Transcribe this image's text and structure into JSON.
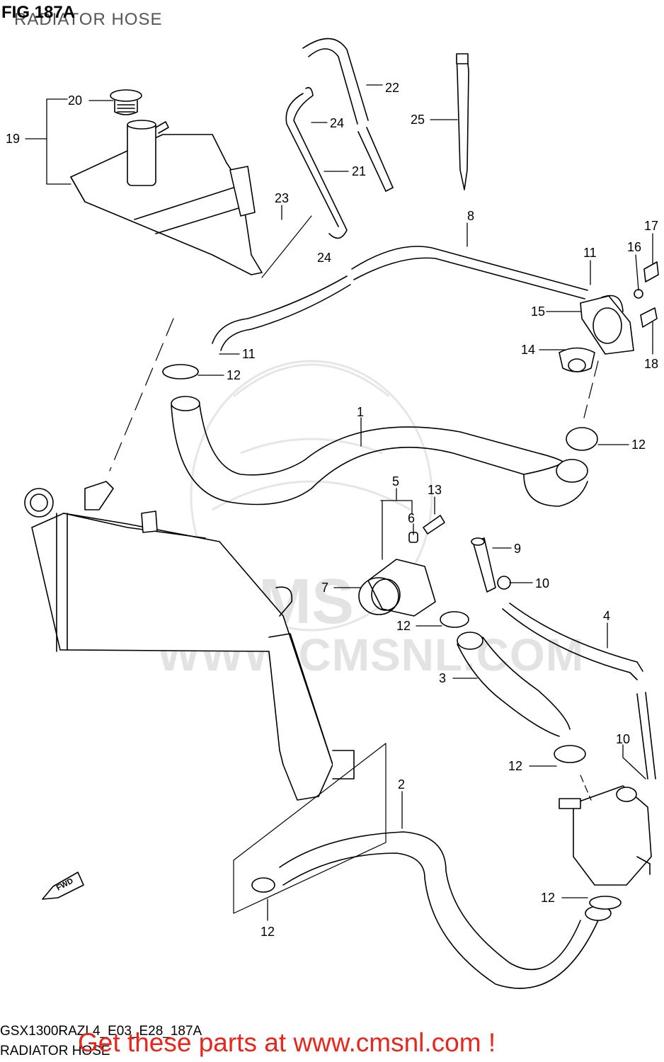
{
  "header": {
    "fig_label": "FIG 187A",
    "subtitle": "RADIATOR HOSE"
  },
  "footer": {
    "model_code": "GSX1300RAZL4_E03_E28_187A",
    "diagram_name": "RADIATOR HOSE",
    "promo_link": "Get these parts at www.cmsnl.com !"
  },
  "watermark": {
    "text": "WWW.CMSNL.COM",
    "logo": "CMS"
  },
  "fwd_badge": "FWD",
  "callouts": {
    "n1": "1",
    "n2": "2",
    "n3": "3",
    "n4": "4",
    "n5": "5",
    "n6": "6",
    "n7": "7",
    "n8": "8",
    "n9": "9",
    "n10a": "10",
    "n10b": "10",
    "n11a": "11",
    "n11b": "11",
    "n12a": "12",
    "n12b": "12",
    "n12c": "12",
    "n12d": "12",
    "n12e": "12",
    "n12f": "12",
    "n13": "13",
    "n14": "14",
    "n15": "15",
    "n16": "16",
    "n17": "17",
    "n18": "18",
    "n19": "19",
    "n20": "20",
    "n21": "21",
    "n22": "22",
    "n23": "23",
    "n24a": "24",
    "n24b": "24",
    "n25": "25"
  },
  "colors": {
    "line": "#000000",
    "watermark": "#e3e3e3",
    "promo": "#e8261c"
  }
}
